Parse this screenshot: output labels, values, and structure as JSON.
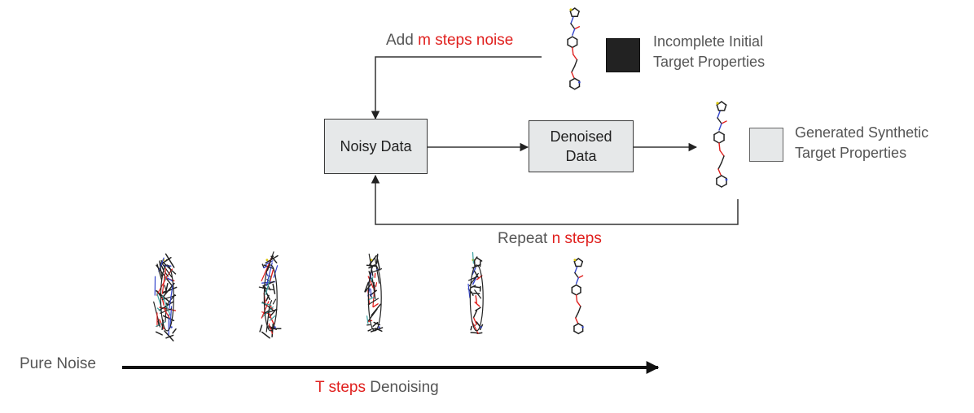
{
  "colors": {
    "accent_red": "#e0201e",
    "text_gray": "#555555",
    "box_fill": "#e6e8e9",
    "incomplete_swatch": "#222222",
    "generated_swatch": "#e6e8e9"
  },
  "feedback_top": {
    "prefix": "Add",
    "highlight": "m steps noise"
  },
  "feedback_bottom": {
    "prefix": "Repeat",
    "highlight": "n steps"
  },
  "boxes": {
    "noisy": "Noisy Data",
    "denoised_line1": "Denoised",
    "denoised_line2": "Data"
  },
  "legend": {
    "incomplete_line1": "Incomplete Initial",
    "incomplete_line2": "Target Properties",
    "generated_line1": "Generated Synthetic",
    "generated_line2": "Target Properties"
  },
  "timeline": {
    "start_label": "Pure Noise",
    "caption_highlight": "T steps",
    "caption_rest": "Denoising"
  },
  "noise_levels": [
    0.85,
    0.7,
    0.5,
    0.2,
    0.0
  ]
}
